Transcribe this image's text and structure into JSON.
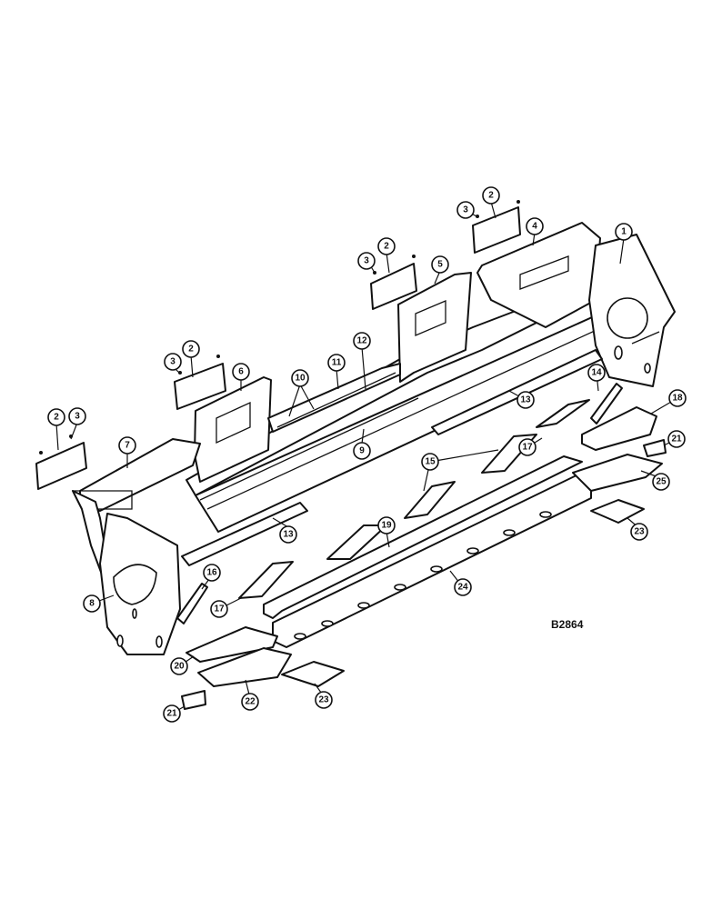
{
  "diagram_code": "B2864",
  "callouts": [
    {
      "label": "1"
    },
    {
      "label": "2"
    },
    {
      "label": "3"
    },
    {
      "label": "4"
    },
    {
      "label": "2"
    },
    {
      "label": "3"
    },
    {
      "label": "5"
    },
    {
      "label": "2"
    },
    {
      "label": "3"
    },
    {
      "label": "6"
    },
    {
      "label": "10"
    },
    {
      "label": "11"
    },
    {
      "label": "12"
    },
    {
      "label": "2"
    },
    {
      "label": "3"
    },
    {
      "label": "7"
    },
    {
      "label": "9"
    },
    {
      "label": "13"
    },
    {
      "label": "14"
    },
    {
      "label": "13"
    },
    {
      "label": "18"
    },
    {
      "label": "17"
    },
    {
      "label": "15"
    },
    {
      "label": "21"
    },
    {
      "label": "25"
    },
    {
      "label": "19"
    },
    {
      "label": "23"
    },
    {
      "label": "8"
    },
    {
      "label": "16"
    },
    {
      "label": "17"
    },
    {
      "label": "24"
    },
    {
      "label": "20"
    },
    {
      "label": "22"
    },
    {
      "label": "23"
    },
    {
      "label": "21"
    }
  ]
}
